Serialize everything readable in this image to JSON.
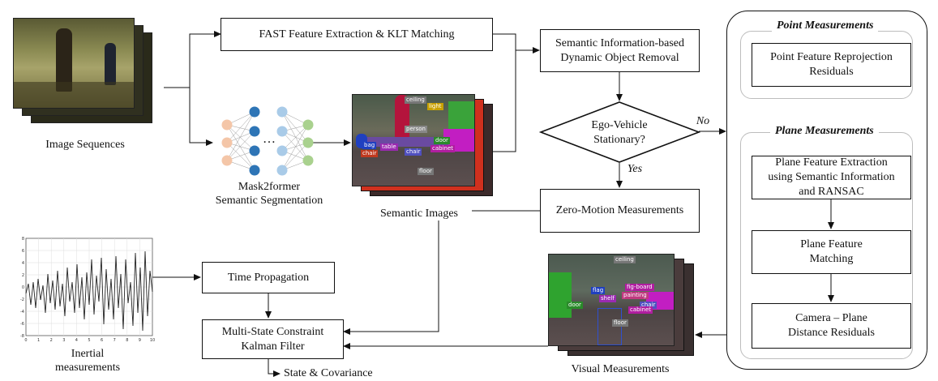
{
  "nodes": {
    "image_sequences": "Image Sequences",
    "fast_klt": "FAST Feature Extraction & KLT Matching",
    "mask2former": "Mask2former",
    "semantic_segmentation": "Semantic Segmentation",
    "semantic_images": "Semantic Images",
    "dynamic_removal_line1": "Semantic Information-based",
    "dynamic_removal_line2": "Dynamic Object Removal",
    "ego_line1": "Ego-Vehicle",
    "ego_line2": "Stationary?",
    "no_label": "No",
    "yes_label": "Yes",
    "zero_motion": "Zero-Motion Measurements",
    "inertial_line1": "Inertial",
    "inertial_line2": "measurements",
    "time_propagation": "Time Propagation",
    "msckf_line1": "Multi-State Constraint",
    "msckf_line2": "Kalman Filter",
    "state_covariance": "State & Covariance",
    "visual_measurements": "Visual Measurements",
    "point_measurements_title": "Point Measurements",
    "point_reproj_line1": "Point Feature Reprojection",
    "point_reproj_line2": "Residuals",
    "plane_measurements_title": "Plane Measurements",
    "plane_extract_line1": "Plane Feature Extraction",
    "plane_extract_line2": "using Semantic Information",
    "plane_extract_line3": "and  RANSAC",
    "plane_match_line1": "Plane Feature",
    "plane_match_line2": "Matching",
    "camera_plane_line1": "Camera – Plane",
    "camera_plane_line2": "Distance Residuals"
  },
  "ellipsis": "…",
  "semantic_tags": [
    "ceiling",
    "light",
    "person",
    "door",
    "bag",
    "table",
    "chair",
    "cabinet",
    "chair",
    "floor"
  ],
  "visual_tags": [
    "ceiling",
    "flag",
    "fig-board",
    "painting",
    "shelf",
    "chair",
    "cabinet",
    "door",
    "floor"
  ],
  "inertial_axes": {
    "y_ticks": [
      "8",
      "6",
      "4",
      "2",
      "0",
      "-2",
      "-4",
      "-6",
      "-8"
    ],
    "x_ticks": [
      "0",
      "1",
      "2",
      "3",
      "4",
      "5",
      "6",
      "7",
      "8",
      "9",
      "10"
    ]
  },
  "colors": {
    "line": "#111111",
    "nn_orange": "#f4c6a8",
    "nn_blue_dark": "#2e75b6",
    "nn_blue_light": "#a9cbe8",
    "nn_green": "#a9d18e",
    "group_border": "#bdbdbd"
  }
}
